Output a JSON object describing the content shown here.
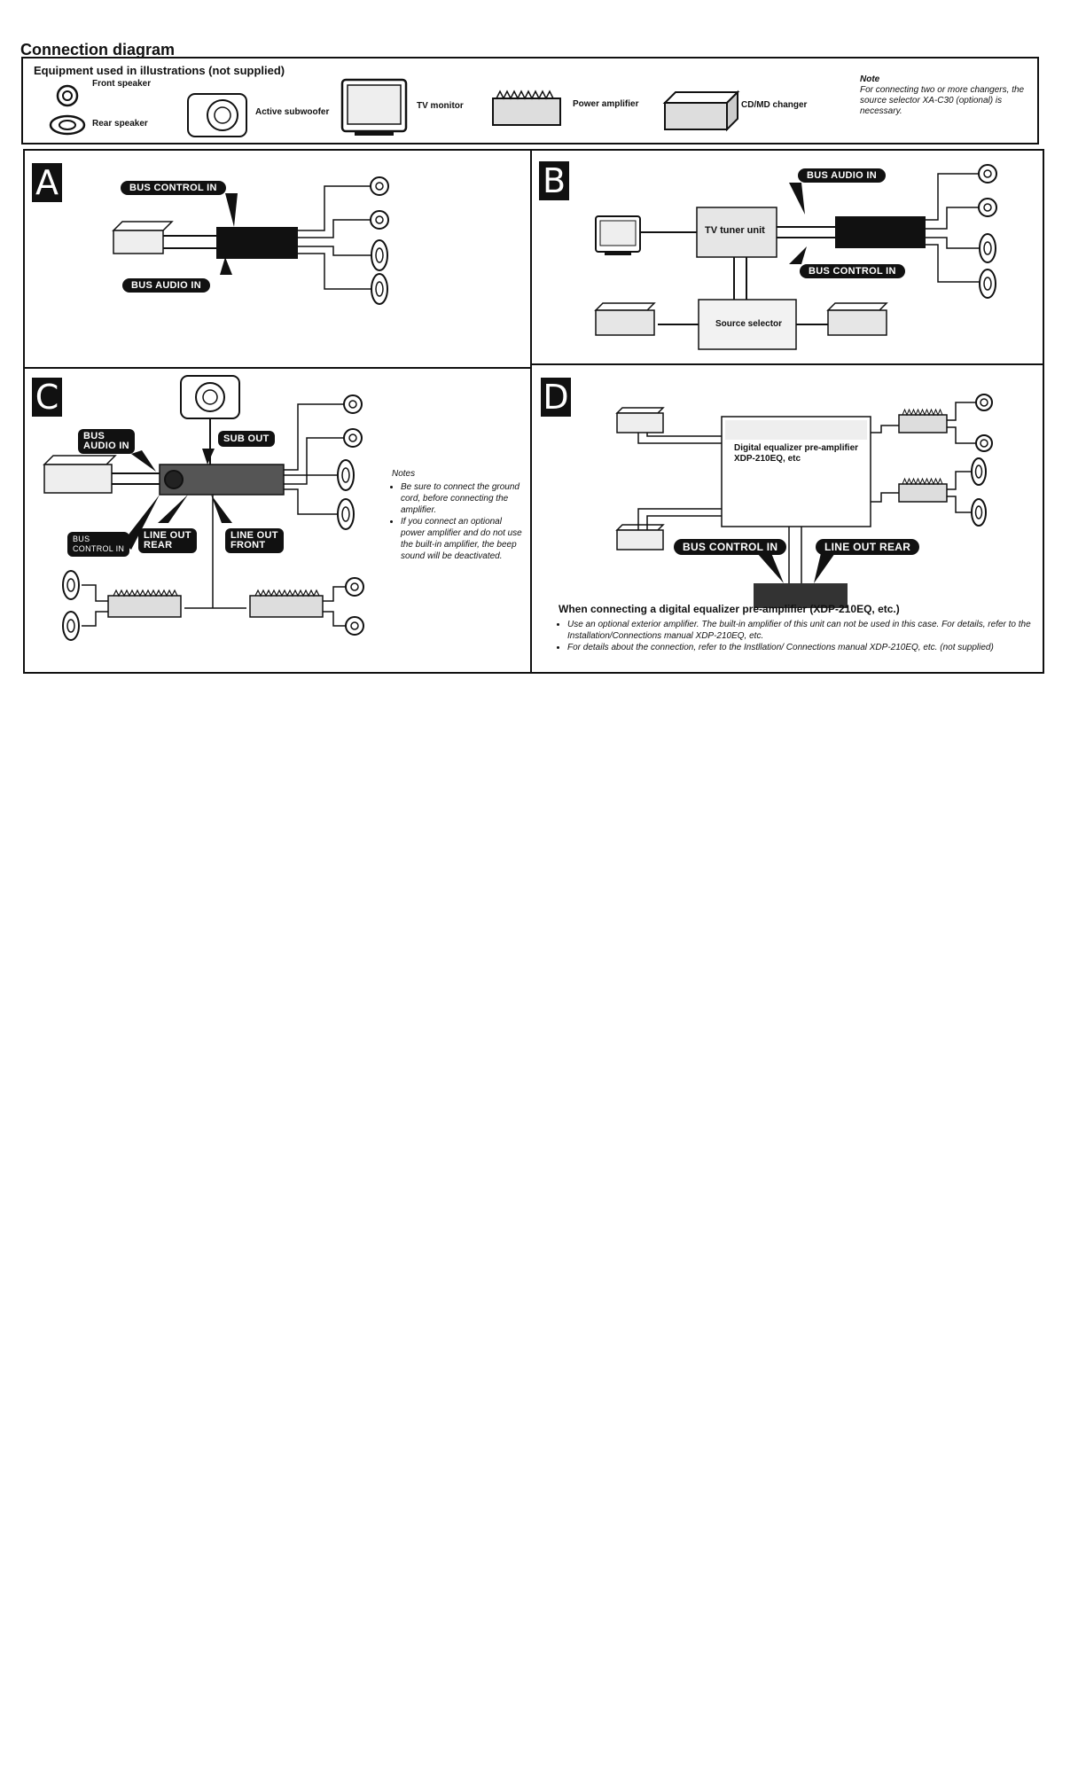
{
  "page": {
    "title": "Connection diagram"
  },
  "legend": {
    "heading": "Equipment used in illustrations (not supplied)",
    "front_speaker": "Front speaker",
    "rear_speaker": "Rear speaker",
    "active_subwoofer": "Active subwoofer",
    "tv_monitor": "TV monitor",
    "power_amplifier": "Power amplifier",
    "cd_md_changer": "CD/MD changer",
    "note_title": "Note",
    "note_text": "For connecting two or more changers, the source selector XA-C30 (optional) is necessary."
  },
  "panel_a": {
    "letter": "A",
    "bus_control_in": "BUS CONTROL IN",
    "bus_audio_in": "BUS AUDIO IN"
  },
  "panel_b": {
    "letter": "B",
    "bus_audio_in": "BUS AUDIO IN",
    "bus_control_in": "BUS CONTROL IN",
    "tv_tuner_unit": "TV tuner unit",
    "source_selector": "Source selector"
  },
  "panel_c": {
    "letter": "C",
    "bus_audio_in_1": "BUS",
    "bus_audio_in_2": "AUDIO IN",
    "sub_out": "SUB OUT",
    "bus_control_in_1": "BUS",
    "bus_control_in_2": "CONTROL IN",
    "line_out_rear_1": "LINE OUT",
    "line_out_rear_2": "REAR",
    "line_out_front_1": "LINE OUT",
    "line_out_front_2": "FRONT",
    "notes_title": "Notes",
    "note_1": "Be sure to connect the ground cord, before connecting the amplifier.",
    "note_2": "If you connect an optional power amplifier and do not use the built-in amplifier, the beep sound will be deactivated."
  },
  "panel_d": {
    "letter": "D",
    "box_label_1": "Digital equalizer pre-amplifier",
    "box_label_2": "XDP-210EQ, etc",
    "bus_control_in": "BUS CONTROL IN",
    "line_out_rear": "LINE OUT REAR",
    "heading": "When connecting a digital equalizer pre-amplifier (XDP-210EQ, etc.)",
    "bullet_1": "Use an optional exterior amplifier. The built-in amplifier of this unit can not be used in this case. For details, refer to the Installation/Connections manual XDP-210EQ, etc.",
    "bullet_2": "For details about the connection, refer to the Instllation/ Connections manual XDP-210EQ, etc. (not supplied)"
  }
}
